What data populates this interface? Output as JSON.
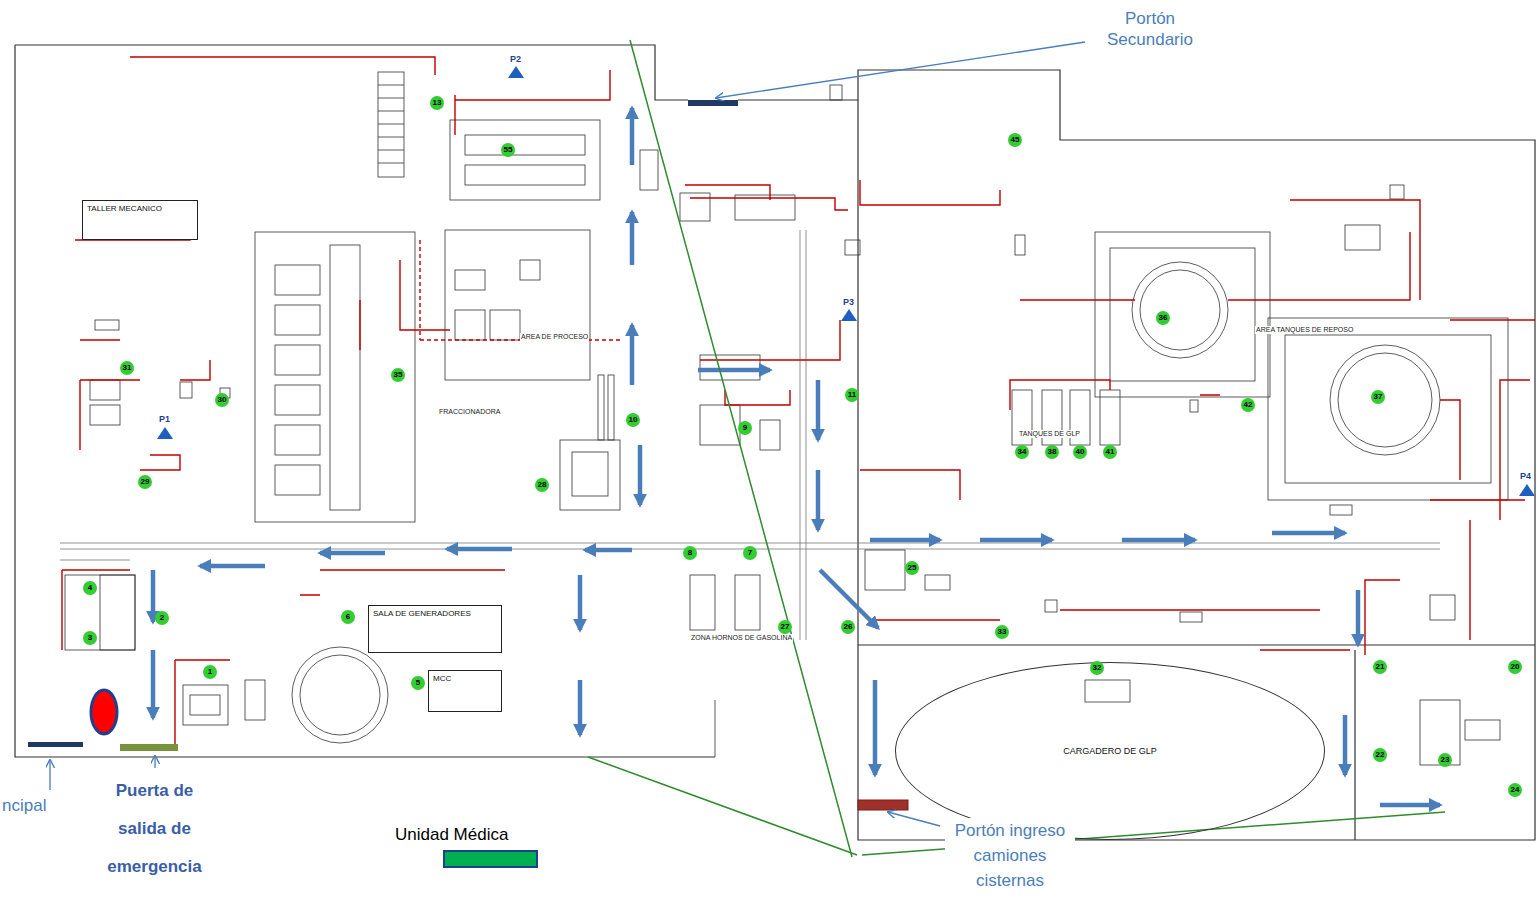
{
  "diagram": {
    "nodes": [
      {
        "text": [
          "TALLER MECANICO"
        ]
      },
      {
        "text": [
          "SALA DE GENERADORES"
        ]
      },
      {
        "text": [
          "MCC"
        ]
      },
      {
        "text": [
          "CARGADERO DE GLP"
        ]
      }
    ],
    "labels": [
      "Portón Secundario",
      "P2",
      "P1",
      "P3",
      "P4",
      "AREA DE PROCESO",
      "FRACCIONADORA",
      "ZONA HORNOS DE GASOLINA",
      "TANQUES DE GLP",
      "AREA TANQUES DE REPOSO",
      "13",
      "55",
      "45",
      "31",
      "30",
      "29",
      "35",
      "28",
      "10",
      "9",
      "11",
      "8",
      "7",
      "6",
      "4",
      "2",
      "3",
      "1",
      "5",
      "27",
      "26",
      "25",
      "33",
      "32",
      "34",
      "38",
      "40",
      "41",
      "36",
      "42",
      "37",
      "21",
      "20",
      "22",
      "23",
      "24",
      "ncipal",
      "Puerta de salida de emergencia",
      "Portón ingreso camiones cisternas"
    ],
    "legend": [
      {
        "text": "Unidad Médica",
        "color": "#00b050"
      }
    ]
  }
}
